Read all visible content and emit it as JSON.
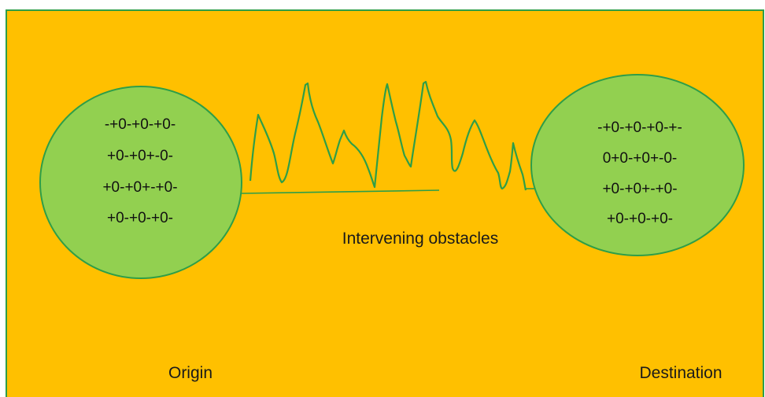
{
  "colors": {
    "background": "#FFC000",
    "frame": "#2E9E48",
    "circle_fill": "#92D050",
    "circle_stroke": "#2E9E48",
    "obstacle_line": "#2E9E48"
  },
  "origin": {
    "label": "Origin",
    "lines": [
      "-+0-+0-+0-",
      "+0-+0+-0-",
      "+0-+0+-+0-",
      "+0-+0-+0-"
    ]
  },
  "destination": {
    "label": "Destination",
    "lines": [
      "-+0-+0-+0-+-",
      "0+0-+0+-0-",
      "+0-+0+-+0-",
      "+0-+0-+0-"
    ]
  },
  "obstacles": {
    "label": "Intervening obstacles"
  }
}
